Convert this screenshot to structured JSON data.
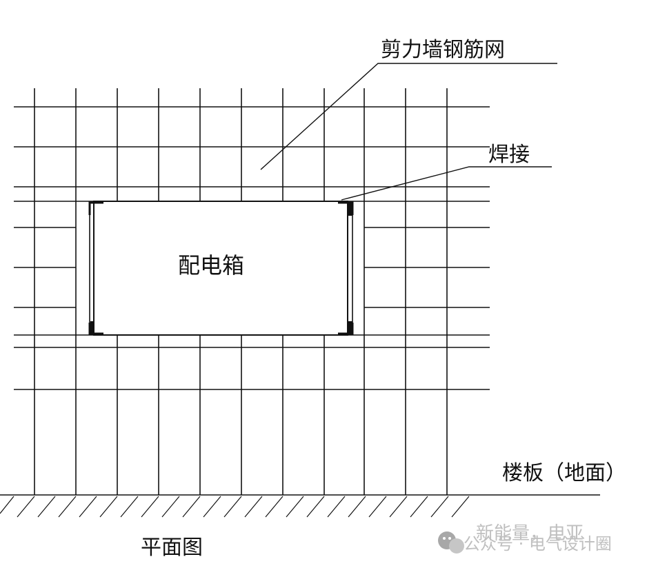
{
  "labels": {
    "shear_wall_mesh": "剪力墙钢筋网",
    "weld": "焊接",
    "box": "配电箱",
    "floor": "楼板（地面）",
    "plan_view": "平面图"
  },
  "watermark": {
    "top_text": "新能量，电亚",
    "brand_text": "公众号 · 电气设计圈"
  },
  "colors": {
    "line": "#111111",
    "background": "#ffffff",
    "watermark": "#b5b5b5"
  }
}
